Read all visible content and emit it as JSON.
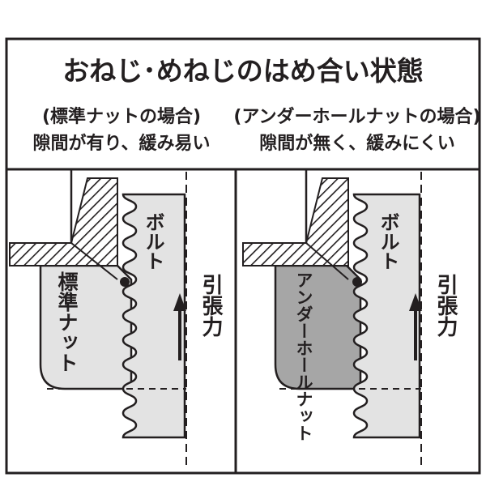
{
  "title": "おねじ･めねじのはめ合い状態",
  "left_panel": {
    "caption_line1": "(標準ナットの場合)",
    "caption_line2": "隙間が有り、緩み易い",
    "bolt_label": "ボルト",
    "nut_label": "標準ナット",
    "force_label": "引張力"
  },
  "right_panel": {
    "caption_line1": "(アンダーホールナットの場合)",
    "caption_line2": "隙間が無く、緩みにくい",
    "bolt_label": "ボルト",
    "nut_label": "アンダーホールナット",
    "force_label": "引張力"
  },
  "colors": {
    "line": "#231f20",
    "bolt_fill": "#e3e3e3",
    "standard_nut_fill": "#e3e3e3",
    "underhole_nut_fill": "#a6a6a6",
    "background": "#ffffff"
  }
}
